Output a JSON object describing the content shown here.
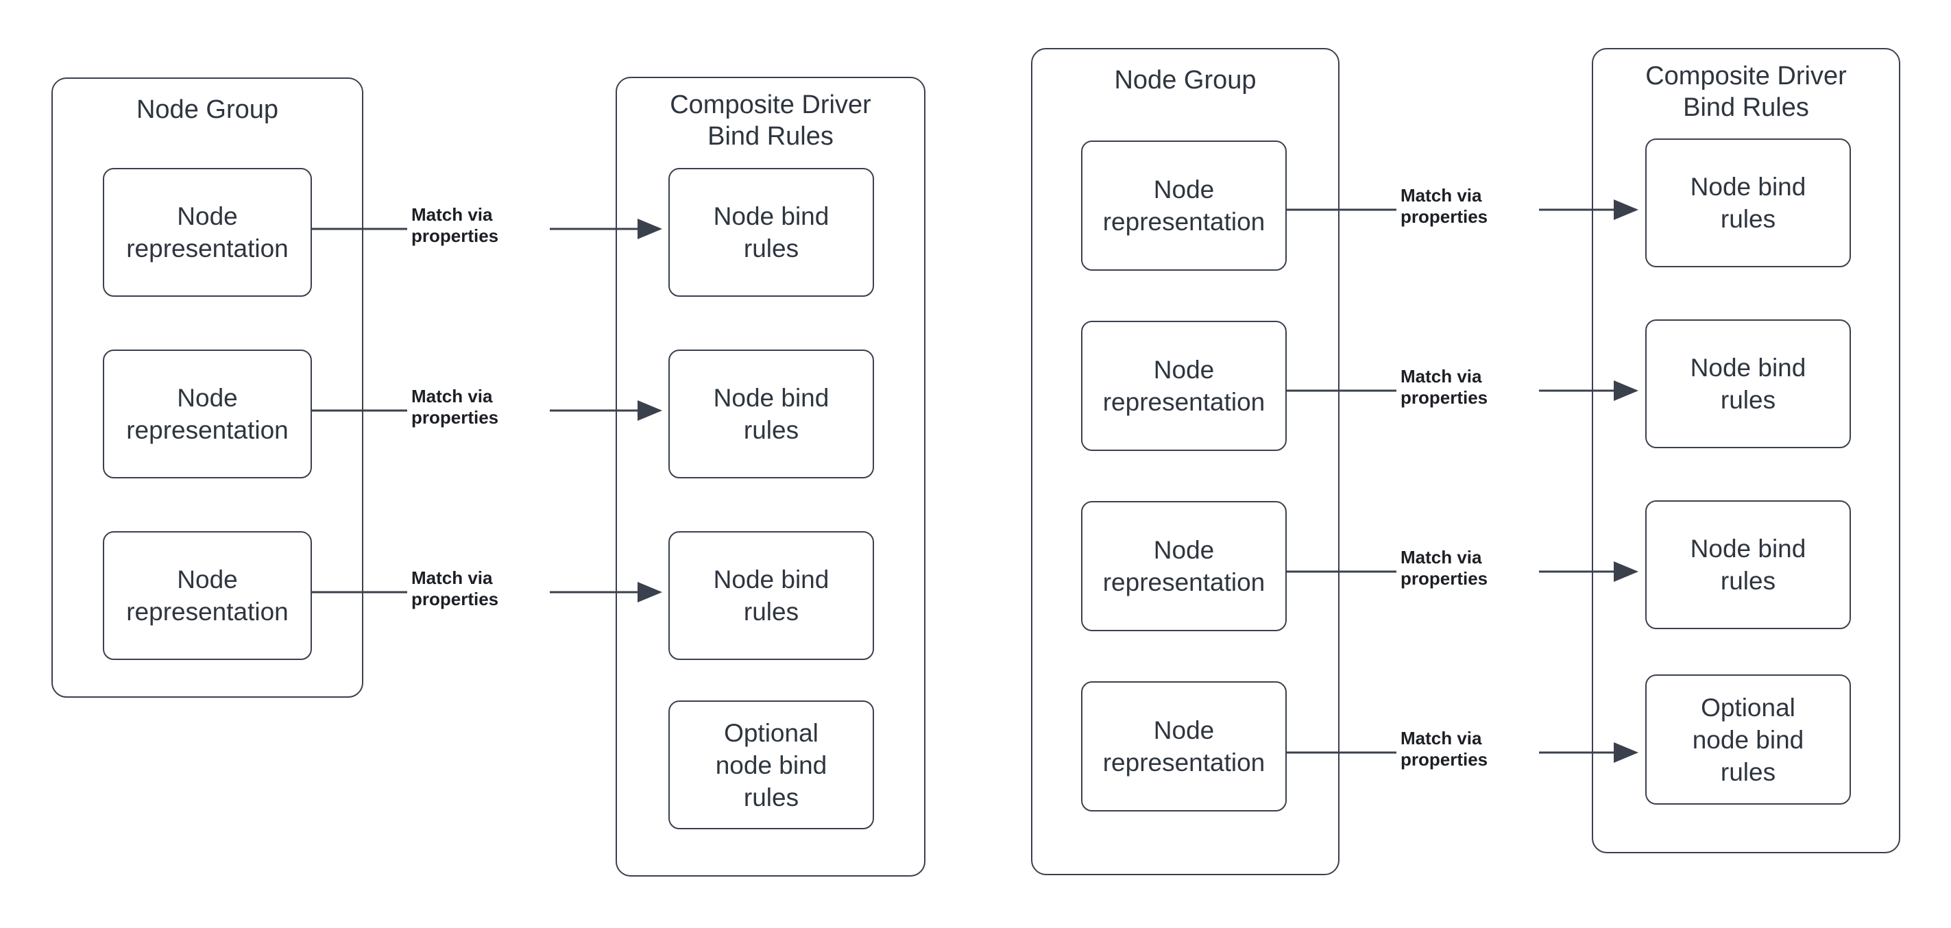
{
  "diagram": {
    "type": "flow-diagram",
    "stroke_color": "#3a414d",
    "text_color": "#2e353f",
    "label_color": "#1c1f24",
    "background_color": "#ffffff",
    "panels": [
      {
        "id": "left-node-group",
        "title": "Node Group",
        "nodes": [
          {
            "label": "Node\nrepresentation"
          },
          {
            "label": "Node\nrepresentation"
          },
          {
            "label": "Node\nrepresentation"
          }
        ]
      },
      {
        "id": "left-composite-driver",
        "title": "Composite Driver\nBind Rules",
        "nodes": [
          {
            "label": "Node bind\nrules"
          },
          {
            "label": "Node bind\nrules"
          },
          {
            "label": "Node bind\nrules"
          },
          {
            "label": "Optional\nnode bind\nrules"
          }
        ]
      },
      {
        "id": "right-node-group",
        "title": "Node Group",
        "nodes": [
          {
            "label": "Node\nrepresentation"
          },
          {
            "label": "Node\nrepresentation"
          },
          {
            "label": "Node\nrepresentation"
          },
          {
            "label": "Node\nrepresentation"
          }
        ]
      },
      {
        "id": "right-composite-driver",
        "title": "Composite Driver\nBind Rules",
        "nodes": [
          {
            "label": "Node bind\nrules"
          },
          {
            "label": "Node bind\nrules"
          },
          {
            "label": "Node bind\nrules"
          },
          {
            "label": "Optional\nnode bind\nrules"
          }
        ]
      }
    ],
    "edges": {
      "left": [
        {
          "label": "Match via\nproperties"
        },
        {
          "label": "Match via\nproperties"
        },
        {
          "label": "Match via\nproperties"
        }
      ],
      "right": [
        {
          "label": "Match via\nproperties"
        },
        {
          "label": "Match via\nproperties"
        },
        {
          "label": "Match via\nproperties"
        },
        {
          "label": "Match via\nproperties"
        }
      ]
    }
  }
}
